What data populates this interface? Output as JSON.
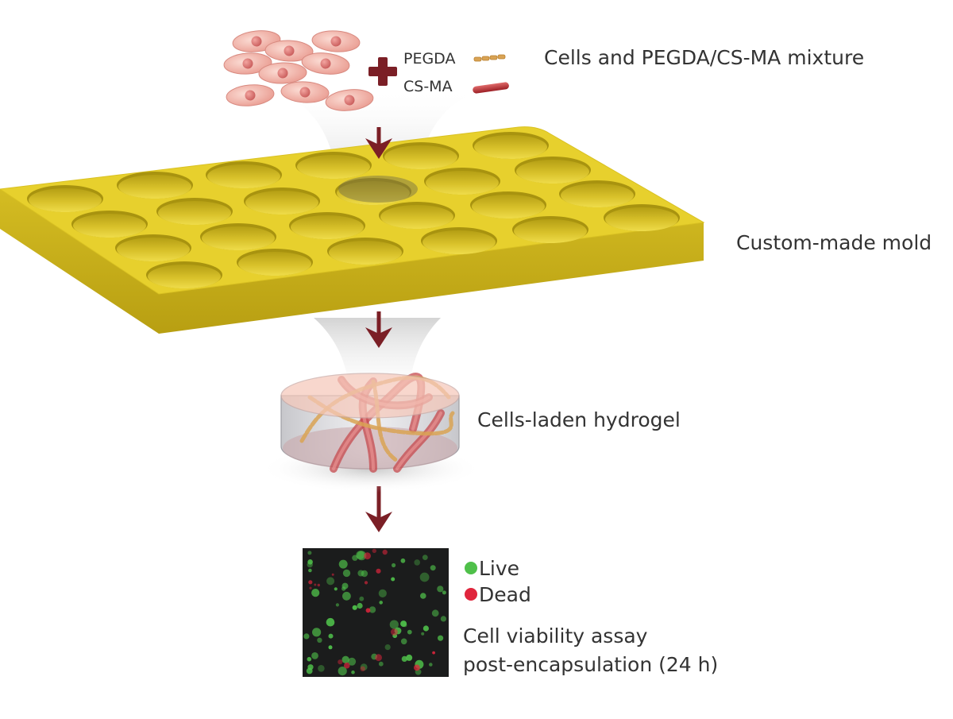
{
  "labels": {
    "mixture": "Cells and PEGDA/CS-MA mixture",
    "pegda": "PEGDA",
    "csma": "CS-MA",
    "mold": "Custom-made mold",
    "hydrogel": "Cells-laden hydrogel",
    "assay_line1": "Cell viability assay",
    "assay_line2": "post-encapsulation (24 h)"
  },
  "legend": {
    "live": "Live",
    "dead": "Dead"
  },
  "colors": {
    "arrow": "#7b1f26",
    "mold": "#e6cf2c",
    "mold_side": "#c9b11c",
    "cell": "#eda79c",
    "nucleus": "#d66f6c",
    "live": "#4fc04a",
    "dead": "#e0253c",
    "pegda": "#d9a354",
    "csma": "#b8252b",
    "hydrogel_top": "#f6c9bb",
    "hydrogel_wall": "#d7d7da"
  }
}
